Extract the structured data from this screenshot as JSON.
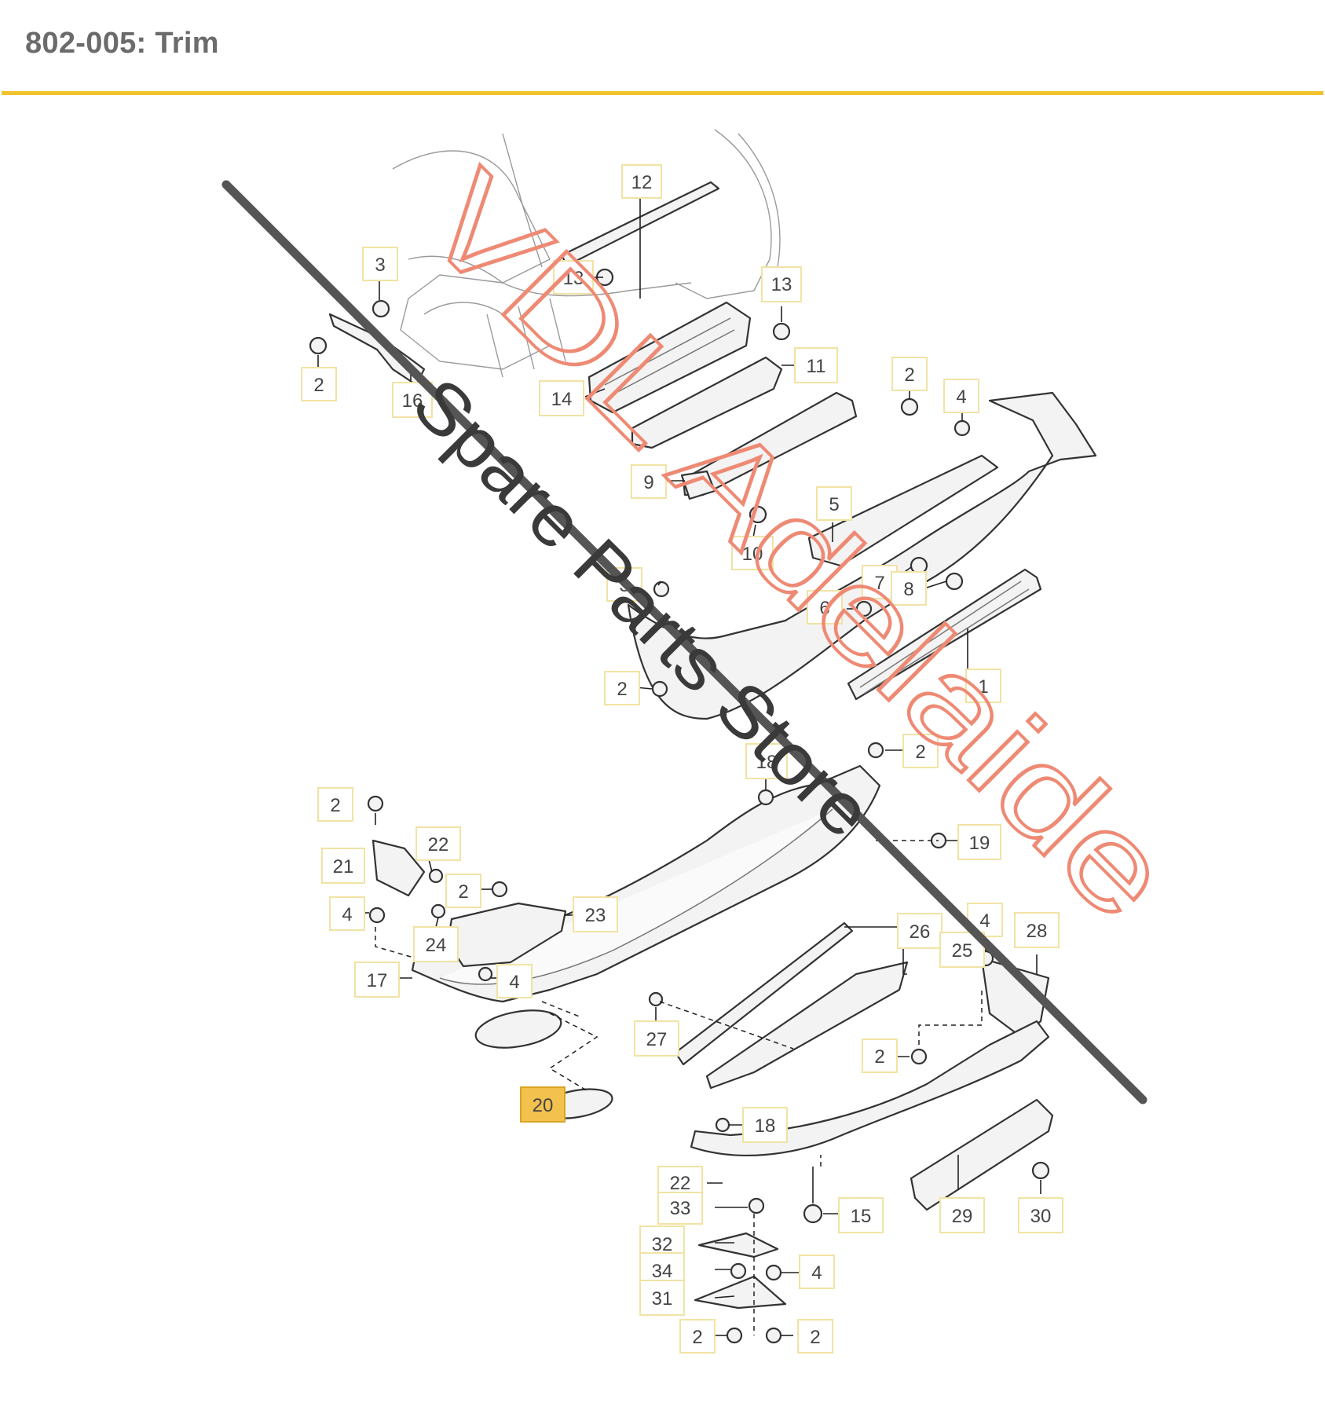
{
  "page": {
    "title": "802-005: Trim",
    "accent_color": "#f0c22e"
  },
  "watermark": {
    "line1": "VDL Adelaide",
    "line2": "Spare Parts Store",
    "line1_color": "#ee8a74",
    "line2_color": "#3a3a3a"
  },
  "callouts": {
    "c12": "12",
    "c13a": "13",
    "c13b": "13",
    "c3a": "3",
    "c2a": "2",
    "c16": "16",
    "c14": "14",
    "c11": "11",
    "c2b": "2",
    "c4a": "4",
    "c9": "9",
    "c10": "10",
    "c5": "5",
    "c3b": "3",
    "c7": "7",
    "c8": "8",
    "c6": "6",
    "c1": "1",
    "c2c": "2",
    "c18a": "18",
    "c2d": "2",
    "c2e": "2",
    "c22a": "22",
    "c21": "21",
    "c19": "19",
    "c2f": "2",
    "c4b": "4",
    "c23": "23",
    "c24": "24",
    "c26": "26",
    "c4c": "4",
    "c28": "28",
    "c25": "25",
    "c17": "17",
    "c4d": "4",
    "c27": "27",
    "c2g": "2",
    "c20": "20",
    "c18b": "18",
    "c22b": "22",
    "c15": "15",
    "c29": "29",
    "c30": "30",
    "c33": "33",
    "c32": "32",
    "c34": "34",
    "c4e": "4",
    "c31": "31",
    "c2h": "2",
    "c2i": "2"
  }
}
